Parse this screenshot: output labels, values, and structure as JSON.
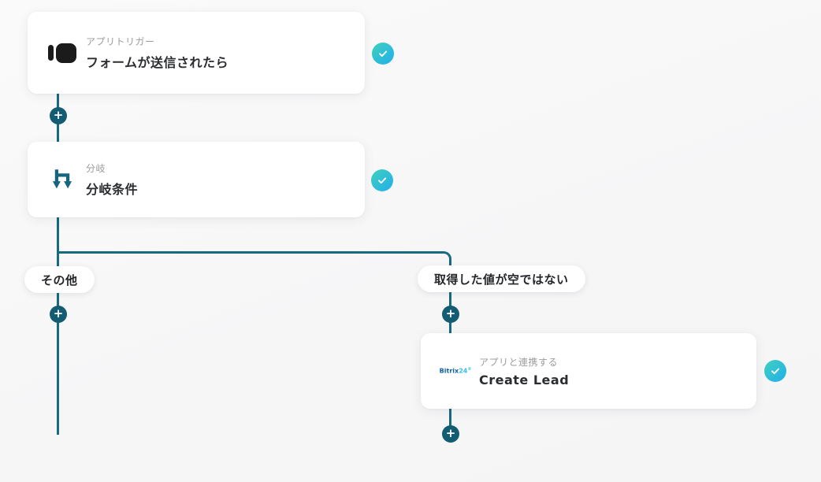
{
  "canvas": {
    "add_label": "+"
  },
  "nodes": {
    "trigger": {
      "type_label": "アプリトリガー",
      "title": "フォームが送信されたら"
    },
    "branch": {
      "type_label": "分岐",
      "title": "分岐条件"
    },
    "action": {
      "type_label": "アプリと連携する",
      "title": "Create Lead",
      "logo": {
        "part1": "Bitrix",
        "part2": "24",
        "mark": "®"
      }
    }
  },
  "branch_labels": {
    "left": "その他",
    "right": "取得した値が空ではない"
  },
  "colors": {
    "background": "#f7f7f8",
    "line": "#176a80",
    "plus_bg": "#135c72",
    "check_gradient_start": "#40d1bc",
    "check_gradient_end": "#21aeec",
    "card_bg": "#ffffff",
    "title_text": "#2b2d30",
    "label_text": "#9c9c9c",
    "trigger_icon": "#1b1b1b",
    "branch_icon": "#17647e",
    "logo_blue": "#1160a8",
    "logo_cyan": "#35bdea"
  }
}
